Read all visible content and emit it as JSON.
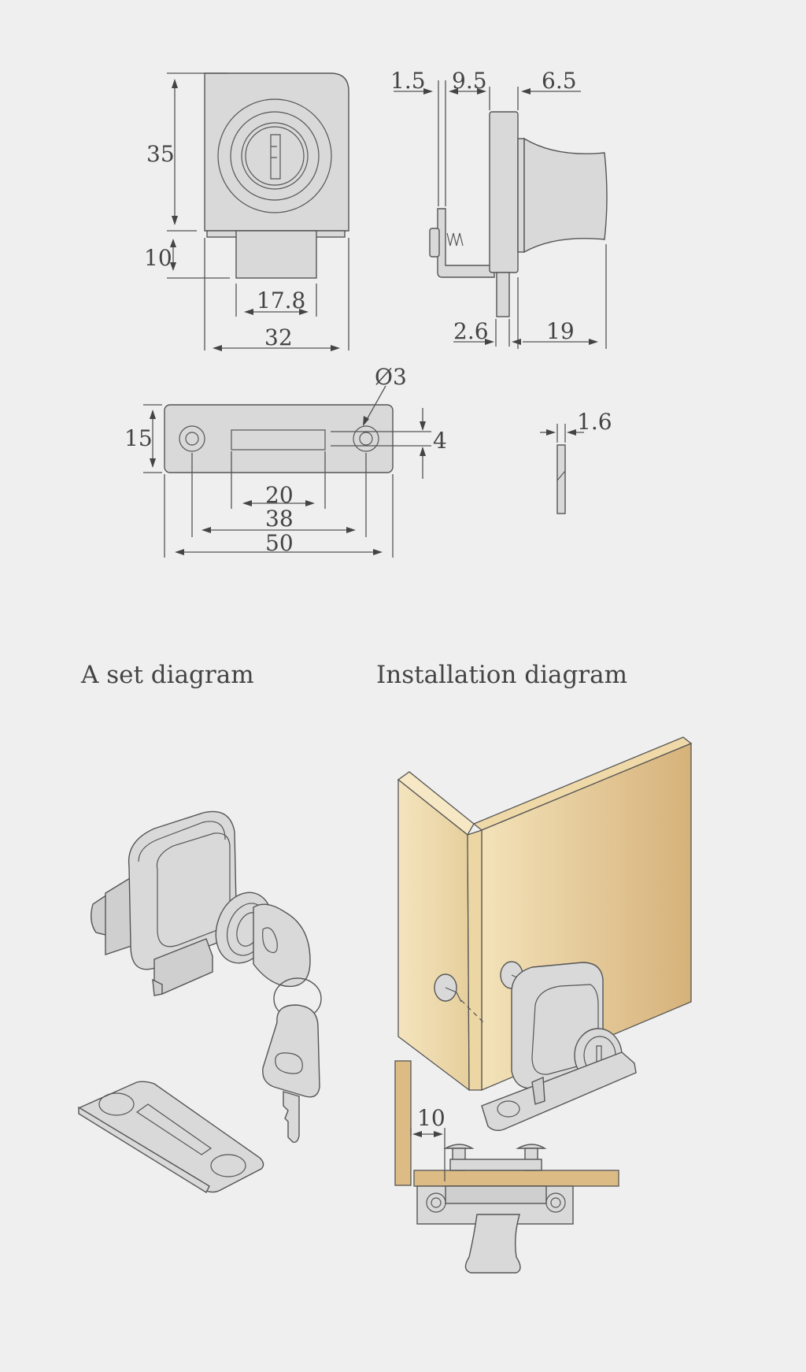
{
  "dimensions": {
    "front_height": "35",
    "front_tongue": "10",
    "front_inner_width": "17.8",
    "front_width": "32",
    "side_gap": "1.5",
    "side_bracket": "9.5",
    "side_body": "6.5",
    "side_spacer": "2.6",
    "side_knob": "19",
    "plate_hole": "Ø3",
    "plate_height": "15",
    "plate_hole_offset": "4",
    "plate_slot": "20",
    "plate_hole_spacing": "38",
    "plate_length": "50",
    "plate_thickness": "1.6",
    "install_gap": "10"
  },
  "captions": {
    "set": "A set diagram",
    "installation": "Installation diagram"
  },
  "colors": {
    "background": "#efefef",
    "metal": "#d9d9d9",
    "line": "#555555",
    "wood_light": "#f1deb3",
    "wood_dark": "#d7b47c"
  }
}
